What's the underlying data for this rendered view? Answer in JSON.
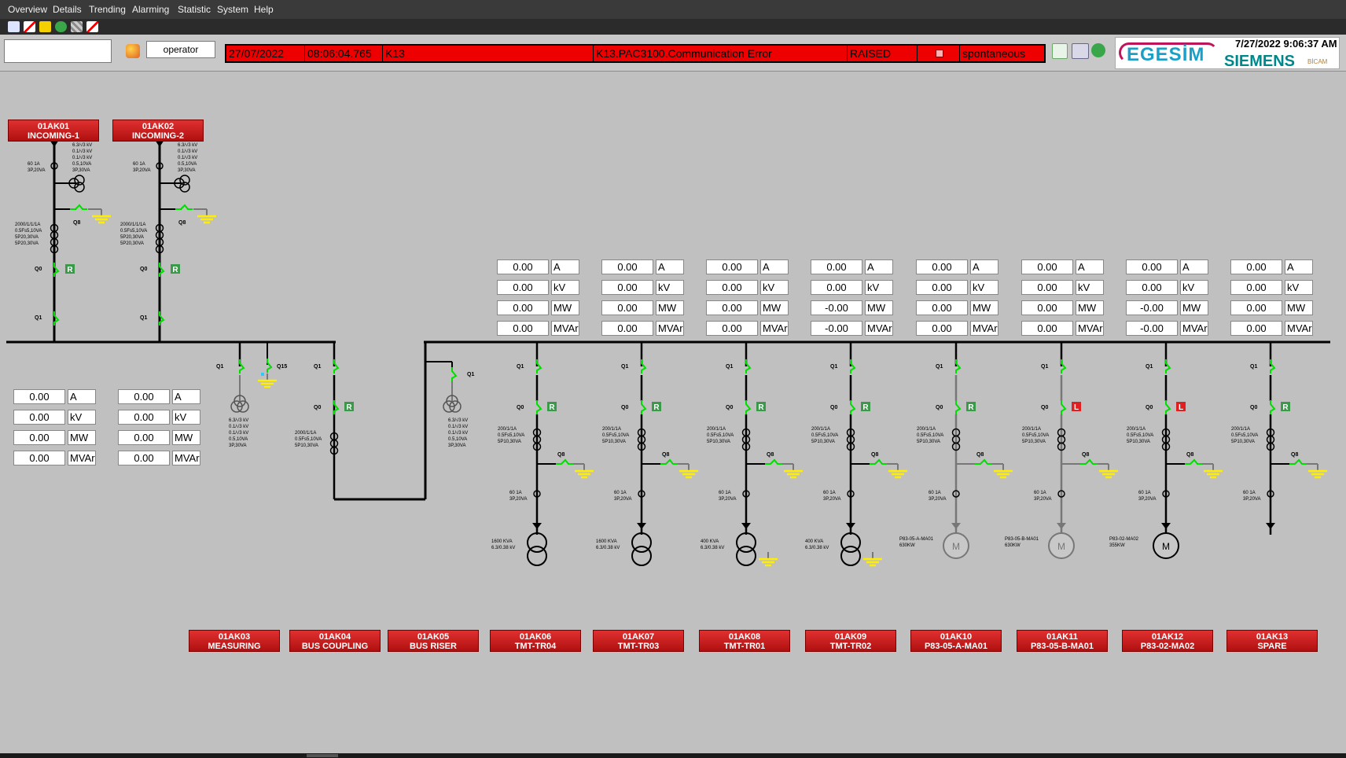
{
  "menu": [
    "Overview",
    "Details",
    "Trending",
    "Alarming",
    "Statistic",
    "System",
    "Help"
  ],
  "header": {
    "user": "operator",
    "alarm": {
      "date": "27/07/2022",
      "time": "08:06:04.765",
      "area": "K13",
      "message": "K13.PAC3100.Communication Error",
      "state": "RAISED",
      "type": "spontaneous"
    },
    "datetime": "7/27/2022 9:06:37 AM",
    "logos": {
      "egesim": "EGESİM",
      "siemens": "SIEMENS",
      "bicam": "BİCAM"
    }
  },
  "colors": {
    "alarm_bg": "#ee0000",
    "bay_label": "#c41a1a",
    "busbar": "#000000",
    "switch_closed": "#00dd00",
    "earth": "#ffee00",
    "ready": "#3a9a4a",
    "local": "#e02020"
  },
  "units": [
    "A",
    "kV",
    "MW",
    "MVAr"
  ],
  "bays": [
    {
      "id": "01AK01",
      "name": "INCOMING-1",
      "measurements": [
        "0.00",
        "0.00",
        "0.00",
        "0.00"
      ],
      "status": "R"
    },
    {
      "id": "01AK02",
      "name": "INCOMING-2",
      "measurements": [
        "0.00",
        "0.00",
        "0.00",
        "0.00"
      ],
      "status": "R"
    },
    {
      "id": "01AK03",
      "name": "MEASURING"
    },
    {
      "id": "01AK04",
      "name": "BUS COUPLING",
      "status": "R"
    },
    {
      "id": "01AK05",
      "name": "BUS RISER"
    },
    {
      "id": "01AK06",
      "name": "TMT-TR04",
      "measurements": [
        "0.00",
        "0.00",
        "0.00",
        "0.00"
      ],
      "status": "R",
      "equipment": [
        "1600 KVA",
        "6.3/0.38 kV"
      ]
    },
    {
      "id": "01AK07",
      "name": "TMT-TR03",
      "measurements": [
        "0.00",
        "0.00",
        "0.00",
        "0.00"
      ],
      "status": "R",
      "equipment": [
        "1600 KVA",
        "6.3/0.38 kV"
      ]
    },
    {
      "id": "01AK08",
      "name": "TMT-TR01",
      "measurements": [
        "0.00",
        "0.00",
        "0.00",
        "0.00"
      ],
      "status": "R",
      "equipment": [
        "400 KVA",
        "6.3/0.38 kV"
      ]
    },
    {
      "id": "01AK09",
      "name": "TMT-TR02",
      "measurements": [
        "0.00",
        "0.00",
        "-0.00",
        "-0.00"
      ],
      "status": "R",
      "equipment": [
        "400 KVA",
        "6.3/0.38 kV"
      ]
    },
    {
      "id": "01AK10",
      "name": "P83-05-A-MA01",
      "measurements": [
        "0.00",
        "0.00",
        "0.00",
        "0.00"
      ],
      "status": "R",
      "equipment": [
        "P83-05-A-MA01",
        "630KW"
      ]
    },
    {
      "id": "01AK11",
      "name": "P83-05-B-MA01",
      "measurements": [
        "0.00",
        "0.00",
        "0.00",
        "0.00"
      ],
      "status": "L",
      "equipment": [
        "P83-05-B-MA01",
        "630KW"
      ]
    },
    {
      "id": "01AK12",
      "name": "P83-02-MA02",
      "measurements": [
        "0.00",
        "0.00",
        "-0.00",
        "-0.00"
      ],
      "status": "L",
      "equipment": [
        "P83-02-MA02",
        "355KW"
      ]
    },
    {
      "id": "01AK13",
      "name": "SPARE",
      "measurements": [
        "0.00",
        "0.00",
        "0.00",
        "0.00"
      ],
      "status": "R"
    }
  ],
  "labels": {
    "q0": "Q0",
    "q1": "Q1",
    "q8": "Q8",
    "q15": "Q15"
  },
  "annotations": {
    "vt_incoming": [
      "6.3/√3 kV",
      "0.1/√3 kV",
      "0.1/√3 kV",
      "0.5,10VA",
      "3P,30VA"
    ],
    "ct_small": [
      "60 1A",
      "3P,20VA"
    ],
    "ct_incoming": [
      "2000/1/1/1A",
      "0.5Fs5,10VA",
      "5P20,30VA",
      "5P20,30VA"
    ],
    "ct_feeder": [
      "200/1/1A",
      "0.5Fs5,10VA",
      "5P10,30VA"
    ],
    "vt_meas": [
      "6.3/√3 kV",
      "0.1/√3 kV",
      "0.1/√3 kV",
      "0.5,10VA",
      "3P,30VA"
    ],
    "ct_coupling": [
      "2000/1/1A",
      "0.5Fs5,10VA",
      "5P10,30VA"
    ]
  }
}
